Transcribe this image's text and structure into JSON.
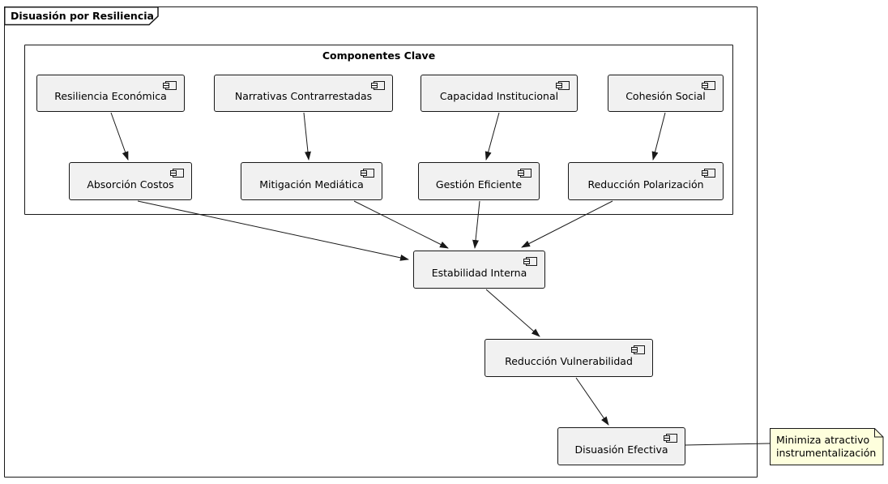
{
  "diagram": {
    "frame_title": "Disuasión por Resiliencia",
    "group_title": "Componentes Clave",
    "components": {
      "resiliencia": "Resiliencia Económica",
      "narrativas": "Narrativas Contrarrestadas",
      "capacidad": "Capacidad Institucional",
      "cohesion": "Cohesión Social",
      "absorcion": "Absorción Costos",
      "mitigacion": "Mitigación Mediática",
      "gestion": "Gestión Eficiente",
      "reduccion_pol": "Reducción Polarización",
      "estabilidad": "Estabilidad Interna",
      "reduccion_vul": "Reducción Vulnerabilidad",
      "disuasion": "Disuasión Efectiva"
    },
    "note": {
      "line1": "Minimiza atractivo",
      "line2": "instrumentalización"
    },
    "edges": [
      {
        "from": "Resiliencia Económica",
        "to": "Absorción Costos",
        "type": "arrow"
      },
      {
        "from": "Narrativas Contrarrestadas",
        "to": "Mitigación Mediática",
        "type": "arrow"
      },
      {
        "from": "Capacidad Institucional",
        "to": "Gestión Eficiente",
        "type": "arrow"
      },
      {
        "from": "Cohesión Social",
        "to": "Reducción Polarización",
        "type": "arrow"
      },
      {
        "from": "Absorción Costos",
        "to": "Estabilidad Interna",
        "type": "arrow"
      },
      {
        "from": "Mitigación Mediática",
        "to": "Estabilidad Interna",
        "type": "arrow"
      },
      {
        "from": "Gestión Eficiente",
        "to": "Estabilidad Interna",
        "type": "arrow"
      },
      {
        "from": "Reducción Polarización",
        "to": "Estabilidad Interna",
        "type": "arrow"
      },
      {
        "from": "Estabilidad Interna",
        "to": "Reducción Vulnerabilidad",
        "type": "arrow"
      },
      {
        "from": "Reducción Vulnerabilidad",
        "to": "Disuasión Efectiva",
        "type": "arrow"
      },
      {
        "from": "Disuasión Efectiva",
        "to": "note",
        "type": "note-link"
      }
    ],
    "colors": {
      "component_fill": "#F1F1F1",
      "line": "#181818",
      "note_fill": "#FEFFDD",
      "background": "#FFFFFF"
    }
  }
}
